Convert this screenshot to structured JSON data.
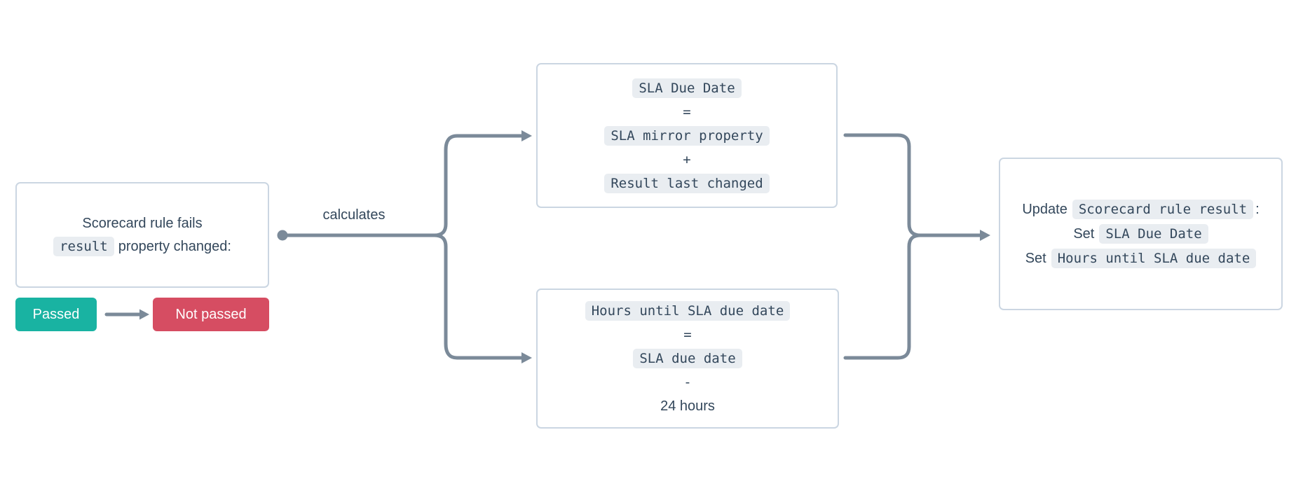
{
  "colors": {
    "text": "#33475b",
    "card_border": "#cbd6e2",
    "code_badge_bg": "#e9edf1",
    "connector": "#7b8a99",
    "passed_bg": "#19b3a2",
    "not_passed_bg": "#d64d62",
    "background": "#ffffff"
  },
  "trigger_card": {
    "line1": "Scorecard rule fails",
    "code": "result",
    "line2_rest": "property changed:"
  },
  "status_badges": {
    "passed": "Passed",
    "not_passed": "Not passed"
  },
  "edge_label": "calculates",
  "sla_due_date_card": {
    "result_code": "SLA Due Date",
    "operator1": "=",
    "operand1_code": "SLA mirror property",
    "operator2": "+",
    "operand2_code": "Result last changed"
  },
  "hours_until_sla_card": {
    "result_code": "Hours until SLA due date",
    "operator1": "=",
    "operand1_code": "SLA due date",
    "operator2": "-",
    "operand2_plain": "24 hours"
  },
  "update_action_card": {
    "line1_prefix": "Update",
    "line1_code": "Scorecard rule result",
    "line1_suffix": ":",
    "line2_prefix": "Set",
    "line2_code": "SLA Due Date",
    "line3_prefix": "Set",
    "line3_code": "Hours until SLA due date"
  }
}
